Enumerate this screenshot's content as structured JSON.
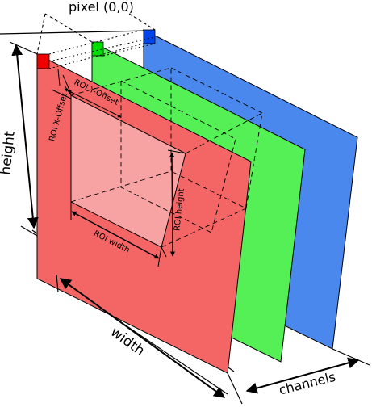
{
  "labels": {
    "pixel_origin": "pixel (0,0)",
    "height": "height",
    "width": "width",
    "channels": "channels",
    "roi_x_offset": "ROI X-Offset",
    "roi_y_offset": "ROI Y-Offset",
    "roi_width": "ROI width",
    "roi_height": "ROI height"
  },
  "colors": {
    "red_plane": "#f46666",
    "green_plane": "#55f055",
    "blue_plane": "#4b88ee",
    "red_pixel": "#ee0000",
    "green_pixel": "#00dd00",
    "blue_pixel": "#0044ee",
    "roi_fill": "#f8a3a3"
  }
}
